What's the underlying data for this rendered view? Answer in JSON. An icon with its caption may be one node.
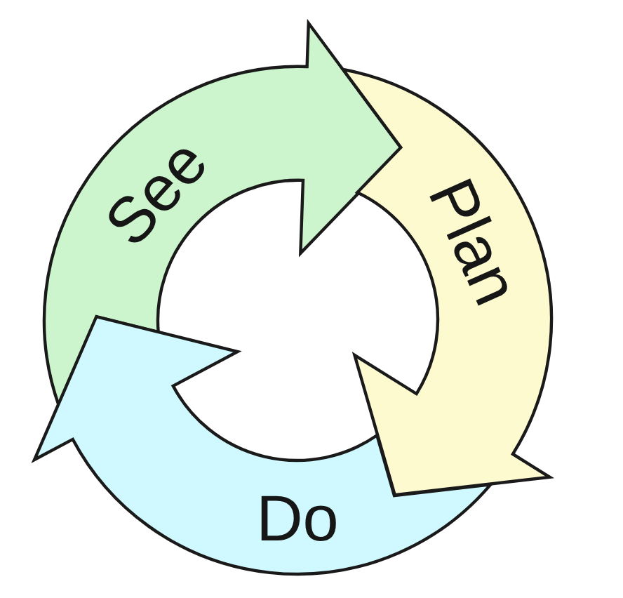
{
  "diagram": {
    "nodes": [
      {
        "text": [
          "See"
        ]
      },
      {
        "text": [
          "Plan"
        ]
      },
      {
        "text": [
          "Do"
        ]
      }
    ]
  }
}
